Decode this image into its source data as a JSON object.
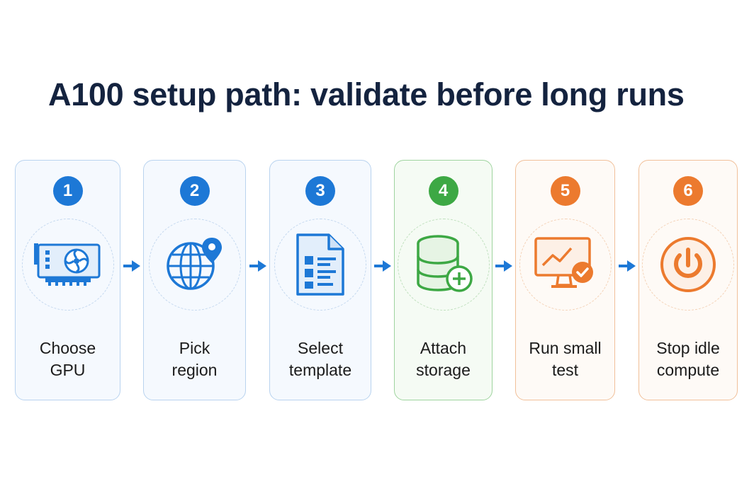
{
  "title": "A100 setup path: validate before long runs",
  "colors": {
    "blue": "#1d78d6",
    "green": "#3da844",
    "orange": "#ec7a2e",
    "title": "#14233f"
  },
  "steps": [
    {
      "number": "1",
      "line1": "Choose",
      "line2": "GPU",
      "icon": "gpu-card-icon",
      "theme": "blue"
    },
    {
      "number": "2",
      "line1": "Pick",
      "line2": "region",
      "icon": "globe-pin-icon",
      "theme": "blue"
    },
    {
      "number": "3",
      "line1": "Select",
      "line2": "template",
      "icon": "document-template-icon",
      "theme": "blue"
    },
    {
      "number": "4",
      "line1": "Attach",
      "line2": "storage",
      "icon": "database-add-icon",
      "theme": "green"
    },
    {
      "number": "5",
      "line1": "Run small",
      "line2": "test",
      "icon": "monitor-chart-check-icon",
      "theme": "orange"
    },
    {
      "number": "6",
      "line1": "Stop idle",
      "line2": "compute",
      "icon": "power-icon",
      "theme": "orange"
    }
  ]
}
